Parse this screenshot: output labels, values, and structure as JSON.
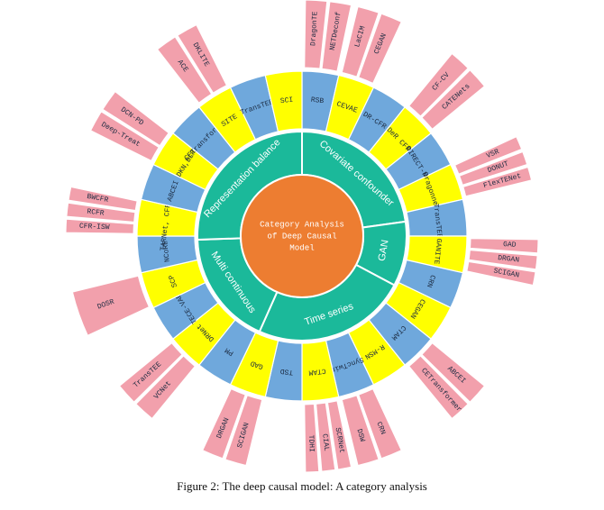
{
  "figure": {
    "caption": "Figure 2: The deep causal model: A category analysis",
    "center_label_lines": [
      "Category Analysis",
      "of Deep Causal",
      "Model"
    ]
  },
  "colors": {
    "center": "#ED7D31",
    "category_ring": "#1BB99A",
    "ring_white": "#FFFFFF",
    "yellow": "#FFFF00",
    "blue": "#6FA8DC",
    "pink": "#F2A0AC",
    "outline": "#FFFFFF"
  },
  "categories": [
    {
      "label": "Covariate confounder",
      "start_deg": 0,
      "end_deg": 82
    },
    {
      "label": "GAN",
      "start_deg": 82,
      "end_deg": 118
    },
    {
      "label": "Time series",
      "start_deg": 118,
      "end_deg": 204
    },
    {
      "label": "Multi continuous",
      "start_deg": 204,
      "end_deg": 268
    },
    {
      "label": "Representation balance",
      "start_deg": 268,
      "end_deg": 360
    }
  ],
  "methods": [
    {
      "label": "RSB",
      "color": "blue",
      "outer": [
        "DragonTE",
        "NETDeconf"
      ]
    },
    {
      "label": "CEVAE",
      "color": "yellow",
      "outer": [
        "LaCIM",
        "CEGAN"
      ]
    },
    {
      "label": "DR-CFR",
      "color": "blue",
      "outer": []
    },
    {
      "label": "DeR CFR",
      "color": "yellow",
      "outer": [
        "CF-CV",
        "CATENets"
      ]
    },
    {
      "label": "DIRECT-ND",
      "color": "blue",
      "outer": []
    },
    {
      "label": "Dragonnet",
      "color": "yellow",
      "outer": [
        "VSR",
        "DONUT",
        "FlexTENet"
      ]
    },
    {
      "label": "TransTEE",
      "color": "blue",
      "outer": []
    },
    {
      "label": "GANITE",
      "color": "yellow",
      "outer": [
        "GAD",
        "DRGAN",
        "SCIGAN"
      ]
    },
    {
      "label": "CRN",
      "color": "blue",
      "outer": []
    },
    {
      "label": "CEGAN",
      "color": "yellow",
      "outer": []
    },
    {
      "label": "CTAM",
      "color": "blue",
      "outer": [
        "ABCEI",
        "CETransformer"
      ]
    },
    {
      "label": "R-MSN",
      "color": "yellow",
      "outer": []
    },
    {
      "label": "SyncTwin",
      "color": "blue",
      "outer": [
        "CRN",
        "DSW"
      ]
    },
    {
      "label": "CTAM",
      "color": "yellow",
      "outer": [
        "SCRNet",
        "CIAL",
        "TDHI"
      ]
    },
    {
      "label": "TSD",
      "color": "blue",
      "outer": []
    },
    {
      "label": "GAD",
      "color": "yellow",
      "outer": [
        "SCIGAN",
        "DRGAN"
      ]
    },
    {
      "label": "PM",
      "color": "blue",
      "outer": []
    },
    {
      "label": "DRNet",
      "color": "yellow",
      "outer": [
        "VCNet",
        "TransTEE"
      ]
    },
    {
      "label": "TECE-VAE",
      "color": "blue",
      "outer": []
    },
    {
      "label": "SCP",
      "color": "yellow",
      "outer": [
        "DOSR"
      ]
    },
    {
      "label": "NCoRE",
      "color": "blue",
      "outer": []
    },
    {
      "label": "TARNet, CFRNet",
      "color": "yellow",
      "outer": [
        "CFR-ISW",
        "RCFR",
        "BWCFR"
      ]
    },
    {
      "label": "ABCEI",
      "color": "blue",
      "outer": []
    },
    {
      "label": "DKN,BLR",
      "color": "yellow",
      "outer": [
        "Deep-Treat",
        "DCN-PD"
      ]
    },
    {
      "label": "CETransformer",
      "color": "blue",
      "outer": []
    },
    {
      "label": "SITE",
      "color": "yellow",
      "outer": [
        "ACE",
        "DKLITE"
      ]
    },
    {
      "label": "TransTEE",
      "color": "blue",
      "outer": []
    },
    {
      "label": "SCI",
      "color": "yellow",
      "outer": []
    }
  ]
}
